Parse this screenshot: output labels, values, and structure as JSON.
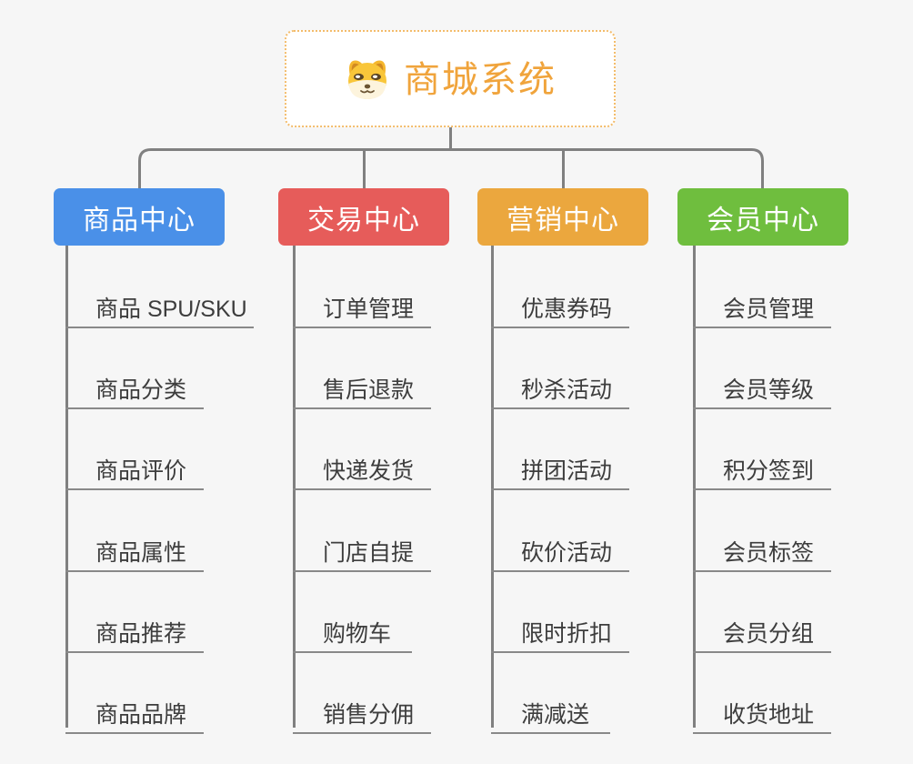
{
  "root": {
    "title": "商城系统",
    "icon": "dog-icon"
  },
  "branches": [
    {
      "label": "商品中心",
      "color": "#4a90e8",
      "items": [
        "商品 SPU/SKU",
        "商品分类",
        "商品评价",
        "商品属性",
        "商品推荐",
        "商品品牌"
      ]
    },
    {
      "label": "交易中心",
      "color": "#e65c5a",
      "items": [
        "订单管理",
        "售后退款",
        "快递发货",
        "门店自提",
        "购物车",
        "销售分佣"
      ]
    },
    {
      "label": "营销中心",
      "color": "#eba73e",
      "items": [
        "优惠券码",
        "秒杀活动",
        "拼团活动",
        "砍价活动",
        "限时折扣",
        "满减送"
      ]
    },
    {
      "label": "会员中心",
      "color": "#6fbe3e",
      "items": [
        "会员管理",
        "会员等级",
        "积分签到",
        "会员标签",
        "会员分组",
        "收货地址"
      ]
    }
  ],
  "colors": {
    "background": "#f6f6f6",
    "connector": "#808080",
    "underline": "#898989",
    "root_accent": "#f0a43c",
    "root_border": "#f3bc6b",
    "leaf_text": "#3d3d3d"
  }
}
